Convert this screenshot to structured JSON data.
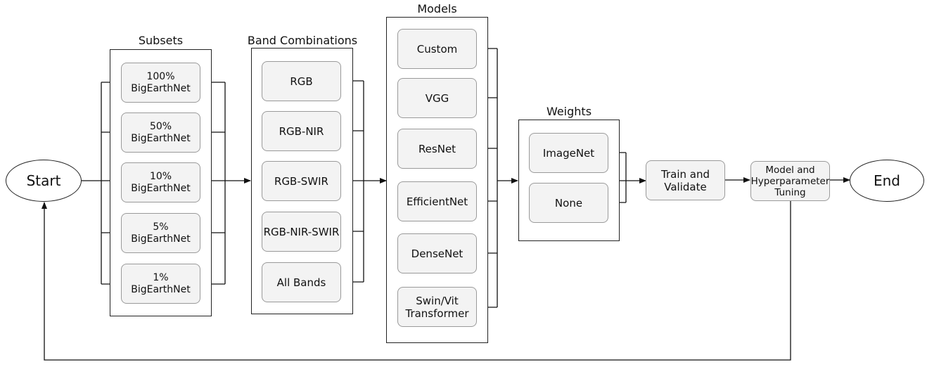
{
  "start_label": "Start",
  "end_label": "End",
  "subsets": {
    "title": "Subsets",
    "items": [
      "100%\nBigEarthNet",
      "50%\nBigEarthNet",
      "10%\nBigEarthNet",
      "5%\nBigEarthNet",
      "1%\nBigEarthNet"
    ]
  },
  "bands": {
    "title": "Band Combinations",
    "items": [
      "RGB",
      "RGB-NIR",
      "RGB-SWIR",
      "RGB-NIR-SWIR",
      "All Bands"
    ]
  },
  "models": {
    "title": "Models",
    "items": [
      "Custom",
      "VGG",
      "ResNet",
      "EfficientNet",
      "DenseNet",
      "Swin/Vit\nTransformer"
    ]
  },
  "weights": {
    "title": "Weights",
    "items": [
      "ImageNet",
      "None"
    ]
  },
  "train_label": "Train and\nValidate",
  "tuning_label": "Model and\nHyperparameter\nTuning"
}
